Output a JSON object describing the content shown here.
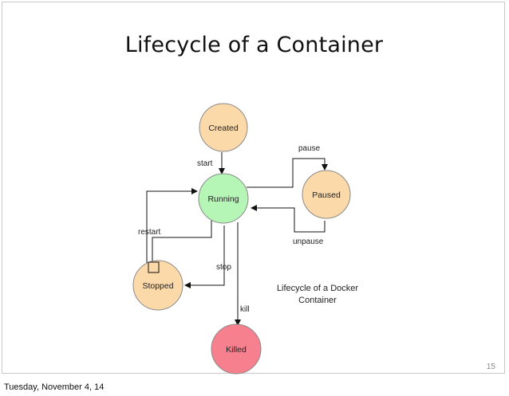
{
  "slide": {
    "title": "Lifecycle of a Container",
    "page_number": "15",
    "footer_date": "Tuesday, November 4, 14"
  },
  "diagram": {
    "nodes": {
      "created": {
        "label": "Created",
        "color": "#fcd9a8"
      },
      "running": {
        "label": "Running",
        "color": "#b5f5b5"
      },
      "paused": {
        "label": "Paused",
        "color": "#fcd9a8"
      },
      "stopped": {
        "label": "Stopped",
        "color": "#fcd9a8"
      },
      "killed": {
        "label": "Killed",
        "color": "#f7808e"
      }
    },
    "edges": {
      "start": "start",
      "pause": "pause",
      "unpause": "unpause",
      "restart": "restart",
      "stop": "stop",
      "kill": "kill"
    },
    "caption": {
      "line1": "Lifecycle of a Docker",
      "line2": "Container"
    }
  }
}
